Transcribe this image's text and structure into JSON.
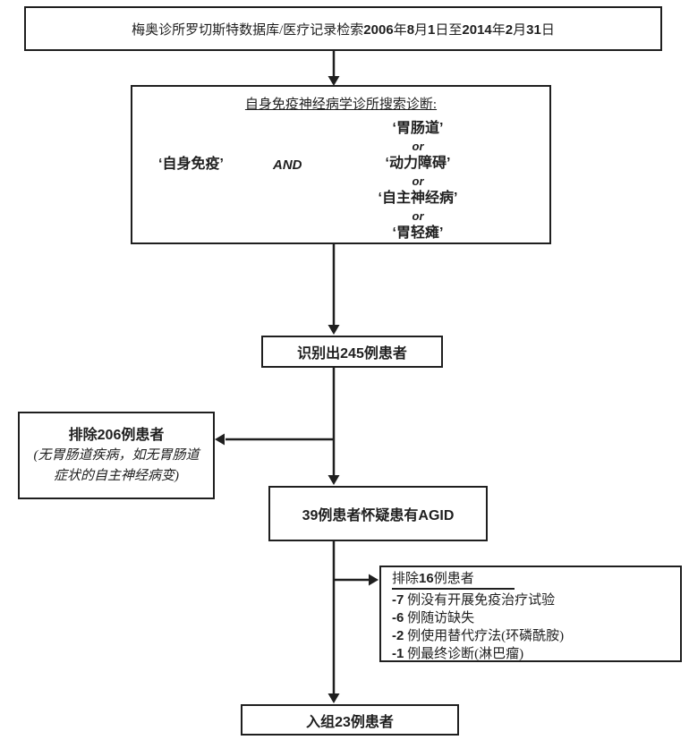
{
  "flowchart": {
    "source": {
      "text": "梅奥诊所罗切斯特数据库/医疗记录检索2006年8月1日至2014年2月31日"
    },
    "criteria": {
      "heading": "自身免疫神经病学诊所搜索诊断:",
      "left_term": "‘自身免疫’",
      "operator": "AND",
      "or": "or",
      "right_terms": [
        "‘胃肠道’",
        "‘动力障碍’",
        "‘自主神经病’",
        "‘胃轻瘫’"
      ]
    },
    "identified": {
      "text": "识别出245例患者"
    },
    "excluded_206": {
      "heading": "排除206例患者",
      "note_lines": [
        "(无胃肠道疾病，如无胃肠道",
        "症状的自主神经病变)"
      ]
    },
    "suspected": {
      "text": "39例患者怀疑患有AGID"
    },
    "excluded_16": {
      "heading": "排除16例患者",
      "items": [
        "-7 例没有开展免疫治疗试验",
        "-6 例随访缺失",
        "-2 例使用替代疗法(环磷酰胺)",
        "-1 例最终诊断(淋巴瘤)"
      ]
    },
    "enrolled": {
      "text": "入组23例患者"
    }
  },
  "colors": {
    "ink": "#1f1f1f",
    "paper": "#ffffff"
  }
}
